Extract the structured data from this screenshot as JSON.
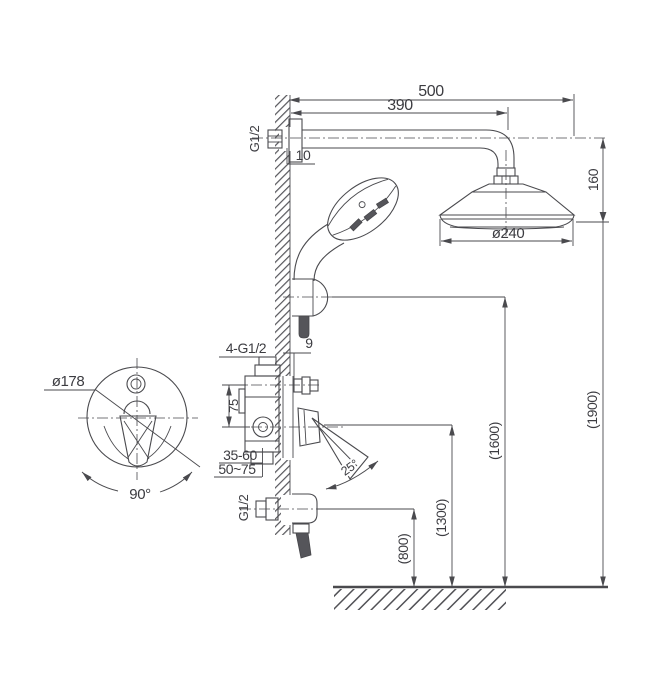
{
  "drawing": {
    "kind": "shower-system-installation-technical-drawing",
    "colors": {
      "ink": "#4a4a4e",
      "background": "#ffffff"
    },
    "labels": {
      "arm_overall_width": "500",
      "arm_length": "390",
      "flange_offset": "10",
      "arm_wall_thread": "G1/2",
      "head_drop_height": "160",
      "head_diameter": "ø240",
      "hose_outlet_offset": "9",
      "inlet_threads": "4-G1/2",
      "port_spacing": "75",
      "embed_depth_range_1": "35-60",
      "embed_depth_range_2": "50~75",
      "lever_angle": "25°",
      "trim_plate_diameter": "ø178",
      "lever_swing_angle": "90°",
      "spout_thread": "G1/2",
      "spout_height": "(800)",
      "valve_height": "(1300)",
      "holder_height": "(1600)",
      "head_height": "(1900)"
    }
  }
}
